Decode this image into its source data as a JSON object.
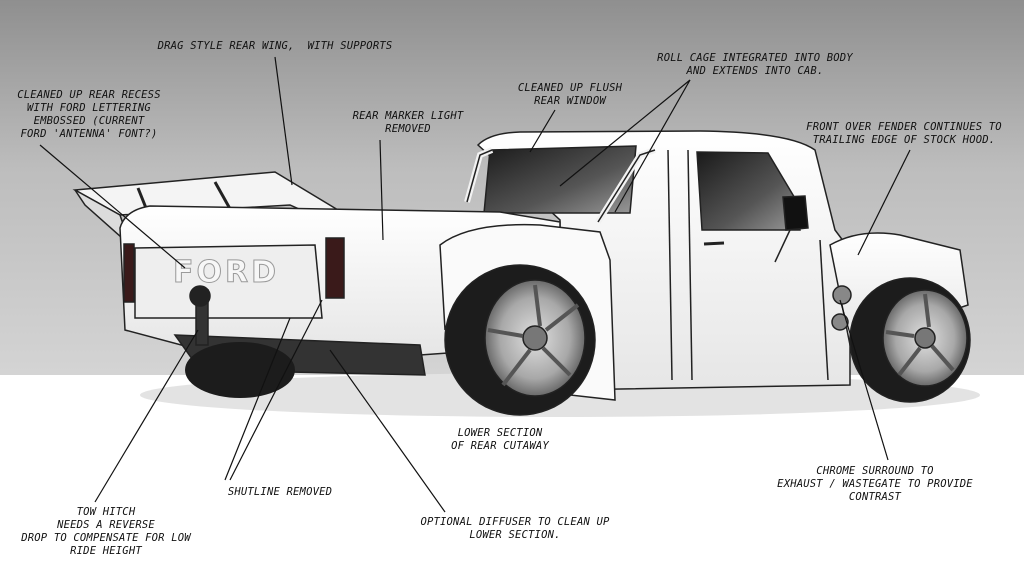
{
  "badge": {
    "text": "FORD"
  },
  "annotations": {
    "rear_wing": "DRAG STYLE REAR WING,  WITH SUPPORTS",
    "rear_recess": "CLEANED UP REAR RECESS\nWITH FORD LETTERING\nEMBOSSED (CURRENT\nFORD 'ANTENNA' FONT?)",
    "marker_light": "REAR MARKER LIGHT\nREMOVED",
    "rear_window": "CLEANED UP FLUSH\nREAR WINDOW",
    "roll_cage": "ROLL CAGE INTEGRATED INTO BODY\nAND EXTENDS INTO CAB.",
    "front_fender": "FRONT OVER FENDER CONTINUES TO\nTRAILING EDGE OF STOCK HOOD.",
    "lower_section": "LOWER SECTION\nOF REAR CUTAWAY",
    "chrome_surround": "CHROME SURROUND TO\nEXHAUST / WASTEGATE TO PROVIDE\nCONTRAST",
    "tow_hitch": "TOW HITCH\nNEEDS A REVERSE\nDROP TO COMPENSATE FOR LOW\nRIDE HEIGHT",
    "shutline": "SHUTLINE REMOVED",
    "diffuser": "OPTIONAL DIFFUSER TO CLEAN UP\nLOWER SECTION."
  }
}
